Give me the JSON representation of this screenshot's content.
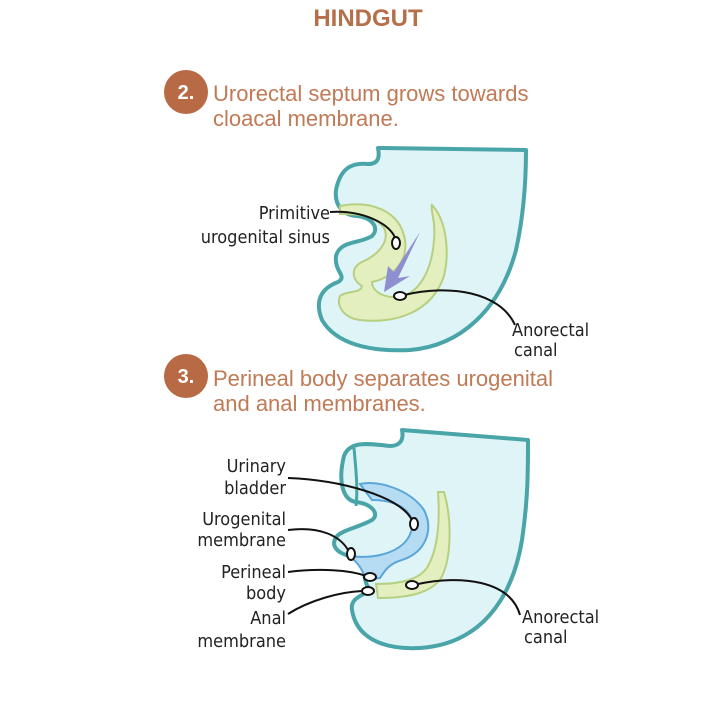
{
  "title": "HINDGUT",
  "steps": [
    {
      "number": "2.",
      "line1": "Urorectal septum grows towards",
      "line2": "cloacal membrane."
    },
    {
      "number": "3.",
      "line1": "Perineal body separates urogenital",
      "line2": "and anal membranes."
    }
  ],
  "diagram1": {
    "labels": {
      "primitive_1": "Primitive",
      "primitive_2": "urogenital sinus",
      "anorectal_1": "Anorectal",
      "anorectal_2": "canal"
    }
  },
  "diagram2": {
    "labels": {
      "bladder_1": "Urinary",
      "bladder_2": "bladder",
      "ugm_1": "Urogenital",
      "ugm_2": "membrane",
      "perineal_1": "Perineal",
      "perineal_2": "body",
      "anal_1": "Anal",
      "anal_2": "membrane",
      "anorectal_1": "Anorectal",
      "anorectal_2": "canal"
    }
  },
  "colors": {
    "accent": "#b86a45",
    "outline": "#4aa5a8",
    "septum": "#e3efbf",
    "bladder": "#b6dcf3",
    "arrow": "#8e8fd0"
  }
}
